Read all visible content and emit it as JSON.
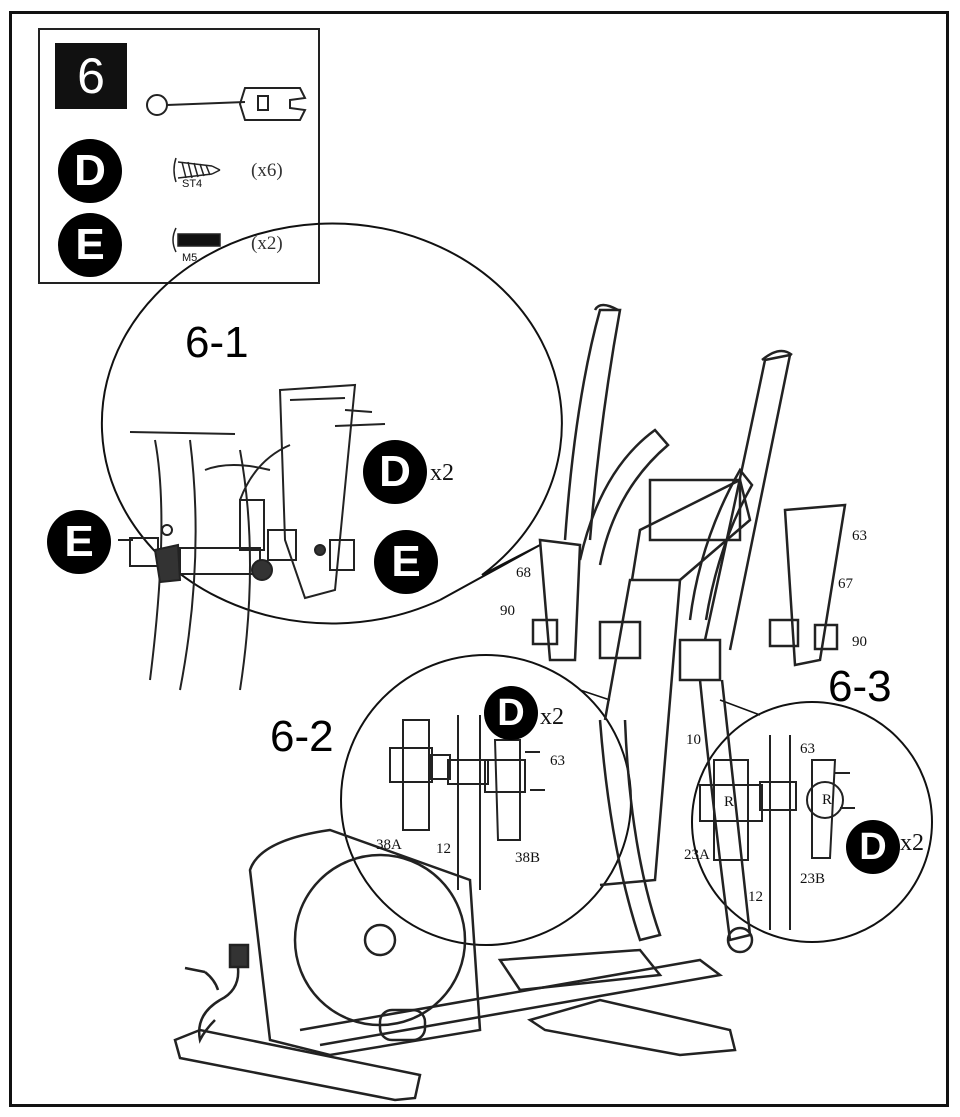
{
  "step": "6",
  "hardware": [
    {
      "letter": "D",
      "spec": "ST4",
      "qty": "(x6)"
    },
    {
      "letter": "E",
      "spec": "M5",
      "qty": "(x2)"
    }
  ],
  "details": {
    "d1": {
      "title": "6-1",
      "d_mult": "x2"
    },
    "d2": {
      "title": "6-2",
      "d_mult": "x2"
    },
    "d3": {
      "title": "6-3",
      "d_mult": "x2"
    }
  },
  "parts": {
    "p63a": "63",
    "p67": "67",
    "p90a": "90",
    "p68": "68",
    "p90b": "90",
    "p10": "10",
    "p63b": "63",
    "p38a": "38A",
    "p12a": "12",
    "p38b": "38B",
    "p63c": "63",
    "p23a": "23A",
    "p12b": "12",
    "p23b": "23B",
    "r1": "R",
    "r2": "R"
  },
  "icons": [
    "wrench-icon",
    "screw-st4-icon",
    "bolt-m5-icon",
    "power-adapter-icon"
  ]
}
